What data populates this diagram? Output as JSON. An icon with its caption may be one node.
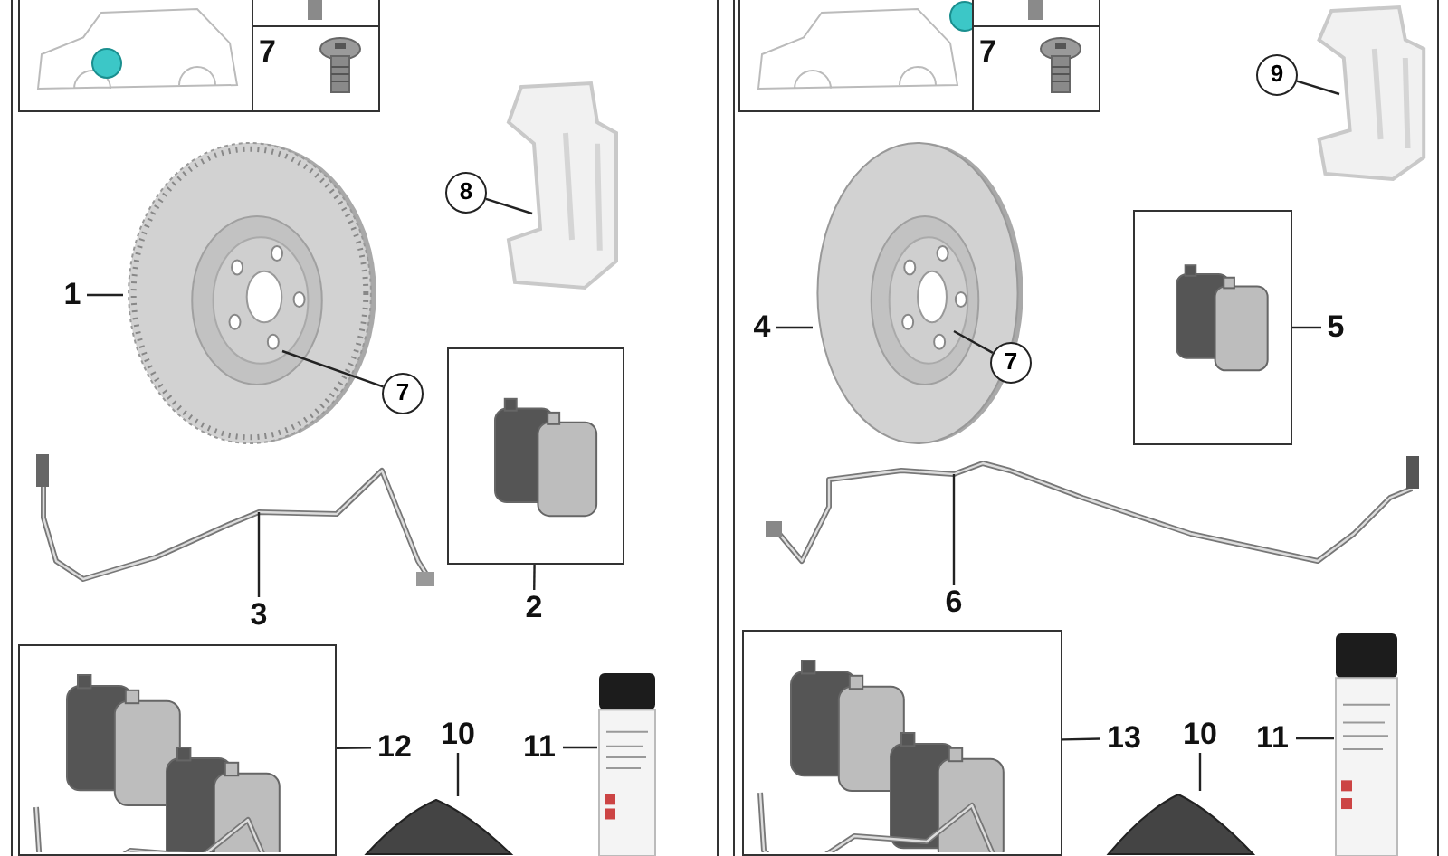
{
  "diagram": {
    "nodes": [
      {
        "text": [
          "1"
        ]
      },
      {
        "text": [],
        "shape": "picture"
      },
      {
        "text": [
          "7"
        ]
      },
      {
        "text": [
          "8"
        ]
      },
      {
        "text": [],
        "shape": "picture"
      },
      {
        "text": [
          "3"
        ]
      },
      {
        "text": [],
        "shape": "picture"
      },
      {
        "text": [],
        "shape": "box"
      },
      {
        "text": [
          "2"
        ]
      },
      {
        "text": [],
        "shape": "box"
      },
      {
        "text": [
          "12"
        ]
      },
      {
        "text": [
          "10"
        ]
      },
      {
        "text": [],
        "shape": "picture"
      },
      {
        "text": [
          "11"
        ]
      },
      {
        "text": [],
        "shape": "picture"
      },
      {
        "text": [
          "4"
        ]
      },
      {
        "text": [],
        "shape": "picture"
      },
      {
        "text": [
          "7"
        ]
      },
      {
        "text": [
          "9"
        ]
      },
      {
        "text": [],
        "shape": "picture"
      },
      {
        "text": [
          "5"
        ]
      },
      {
        "text": [],
        "shape": "box"
      },
      {
        "text": [
          "6"
        ]
      },
      {
        "text": [],
        "shape": "picture"
      },
      {
        "text": [],
        "shape": "box"
      },
      {
        "text": [
          "13"
        ]
      },
      {
        "text": [
          "10"
        ]
      },
      {
        "text": [],
        "shape": "picture"
      },
      {
        "text": [
          "11"
        ]
      },
      {
        "text": [],
        "shape": "picture"
      }
    ],
    "edges": [
      {
        "from": 0,
        "to": 1,
        "arrow": "none"
      },
      {
        "from": 2,
        "to": 1,
        "arrow": "none"
      },
      {
        "from": 3,
        "to": 4,
        "arrow": "none"
      },
      {
        "from": 5,
        "to": 6,
        "arrow": "none"
      },
      {
        "from": 8,
        "to": 7,
        "arrow": "none"
      },
      {
        "from": 10,
        "to": 9,
        "arrow": "none"
      },
      {
        "from": 11,
        "to": 12,
        "arrow": "none"
      },
      {
        "from": 13,
        "to": 14,
        "arrow": "none"
      },
      {
        "from": 15,
        "to": 16,
        "arrow": "none"
      },
      {
        "from": 17,
        "to": 16,
        "arrow": "none"
      },
      {
        "from": 18,
        "to": 19,
        "arrow": "none"
      },
      {
        "from": 20,
        "to": 21,
        "arrow": "none"
      },
      {
        "from": 22,
        "to": 23,
        "arrow": "none"
      },
      {
        "from": 25,
        "to": 24,
        "arrow": "none"
      },
      {
        "from": 26,
        "to": 27,
        "arrow": "none"
      },
      {
        "from": 28,
        "to": 29,
        "arrow": "none"
      }
    ],
    "labels": [
      "7",
      "7"
    ]
  }
}
